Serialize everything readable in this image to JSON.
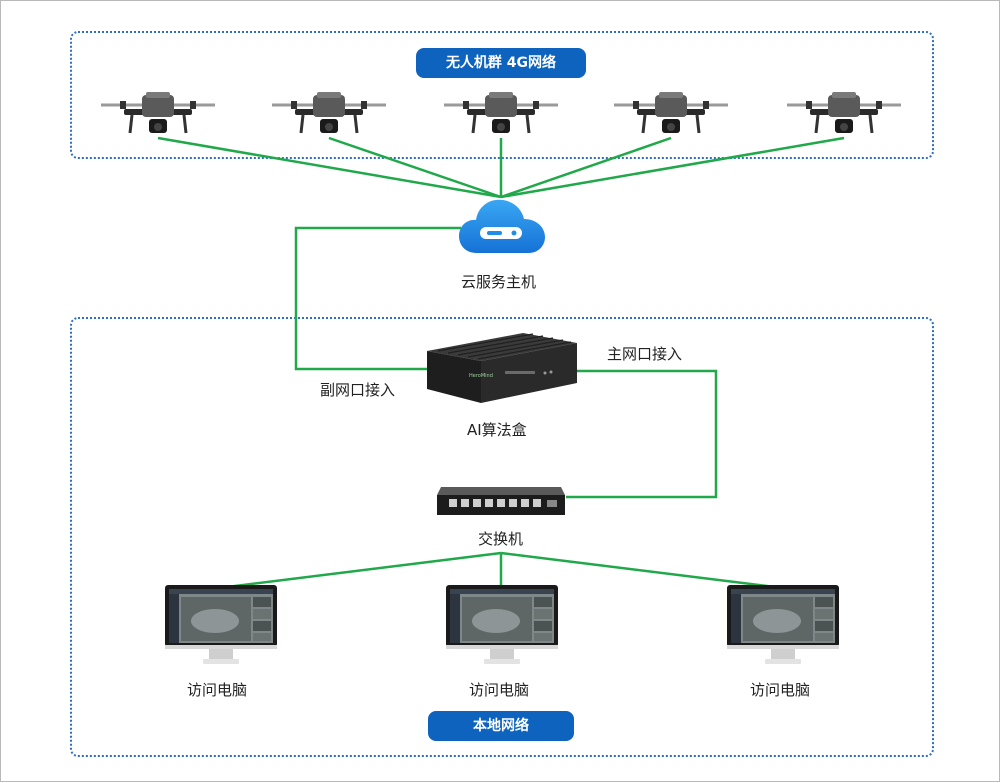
{
  "zones": {
    "swarm_label": "无人机群 4G网络",
    "local_label": "本地网络"
  },
  "nodes": {
    "cloud_label": "云服务主机",
    "ai_box_label": "AI算法盒",
    "switch_label": "交换机",
    "pc_label": "访问电脑"
  },
  "links": {
    "secondary_port": "副网口接入",
    "primary_port": "主网口接入"
  },
  "device_brand": "HeroMind",
  "colors": {
    "link": "#20a84a",
    "zone_border": "#2f6fc0",
    "pill_bg": "#0d63bd",
    "cloud": "#1f8ee8"
  },
  "icons": [
    "drone-icon",
    "cloud-server-icon",
    "ai-box-icon",
    "network-switch-icon",
    "monitor-icon"
  ]
}
